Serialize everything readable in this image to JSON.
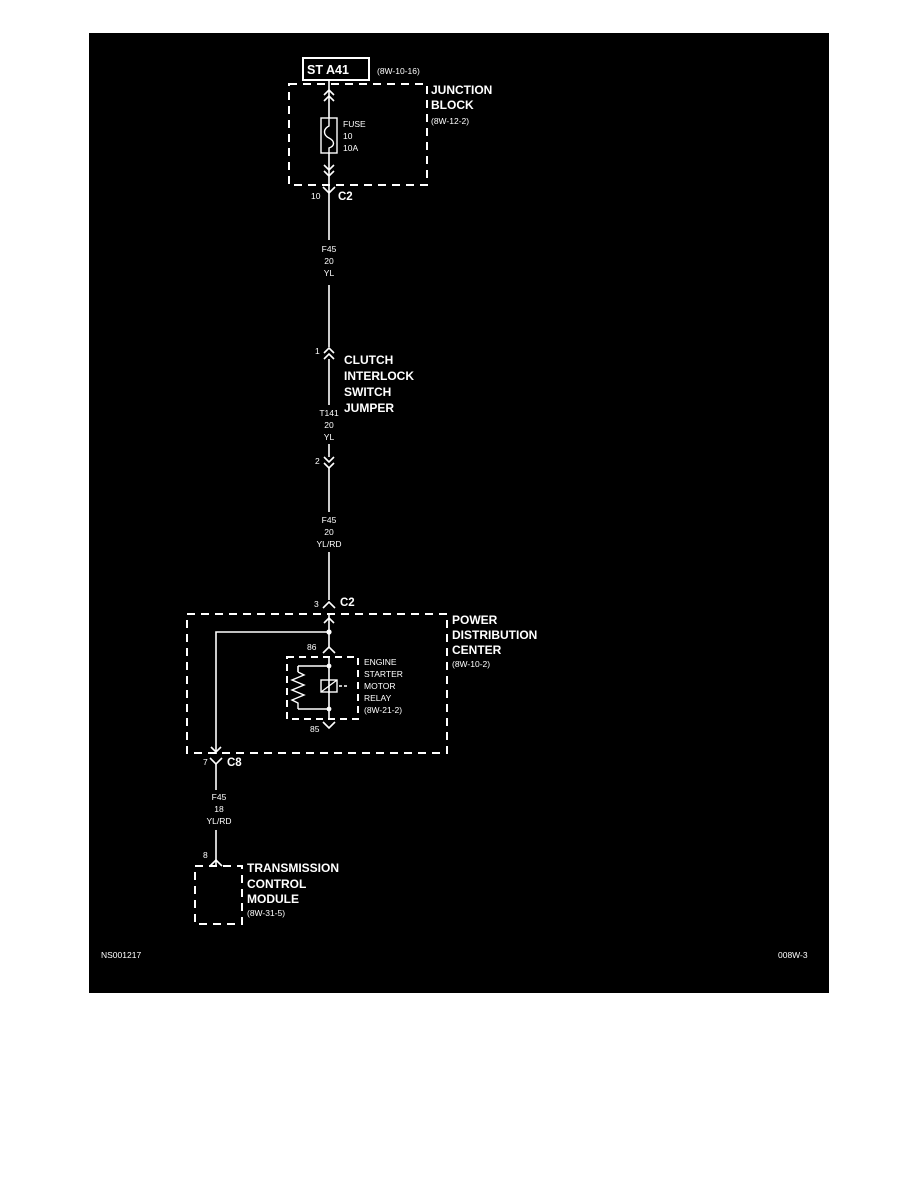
{
  "colors": {
    "panel": "#000000",
    "ink": "#ffffff",
    "page": "#ffffff"
  },
  "source": {
    "connector": "ST A41",
    "ref": "(8W-10-16)"
  },
  "junction_block": {
    "title_line1": "JUNCTION",
    "title_line2": "BLOCK",
    "ref": "(8W-12-2)",
    "fuse_label": "FUSE",
    "fuse_number": "10",
    "fuse_rating": "10A",
    "connector_pin": "10",
    "connector_name": "C2"
  },
  "wire_1": {
    "circuit": "F45",
    "gauge": "20",
    "color": "YL"
  },
  "clutch_jumper": {
    "pin_in": "1",
    "title_line1": "CLUTCH",
    "title_line2": "INTERLOCK",
    "title_line3": "SWITCH",
    "title_line4": "JUMPER",
    "circuit": "T141",
    "gauge": "20",
    "color": "YL",
    "pin_out": "2"
  },
  "wire_2": {
    "circuit": "F45",
    "gauge": "20",
    "color": "YL/RD"
  },
  "pdc": {
    "connector_pin": "3",
    "connector_name": "C2",
    "title_line1": "POWER",
    "title_line2": "DISTRIBUTION",
    "title_line3": "CENTER",
    "ref": "(8W-10-2)",
    "out_pin": "7",
    "out_connector": "C8"
  },
  "relay": {
    "pin_top": "86",
    "pin_bottom": "85",
    "label_line1": "ENGINE",
    "label_line2": "STARTER",
    "label_line3": "MOTOR",
    "label_line4": "RELAY",
    "ref": "(8W-21-2)"
  },
  "wire_3": {
    "circuit": "F45",
    "gauge": "18",
    "color": "YL/RD"
  },
  "tcm": {
    "pin": "8",
    "title_line1": "TRANSMISSION",
    "title_line2": "CONTROL",
    "title_line3": "MODULE",
    "ref": "(8W-31-5)"
  },
  "footer": {
    "left_code": "NS001217",
    "right_code": "008W-3"
  }
}
